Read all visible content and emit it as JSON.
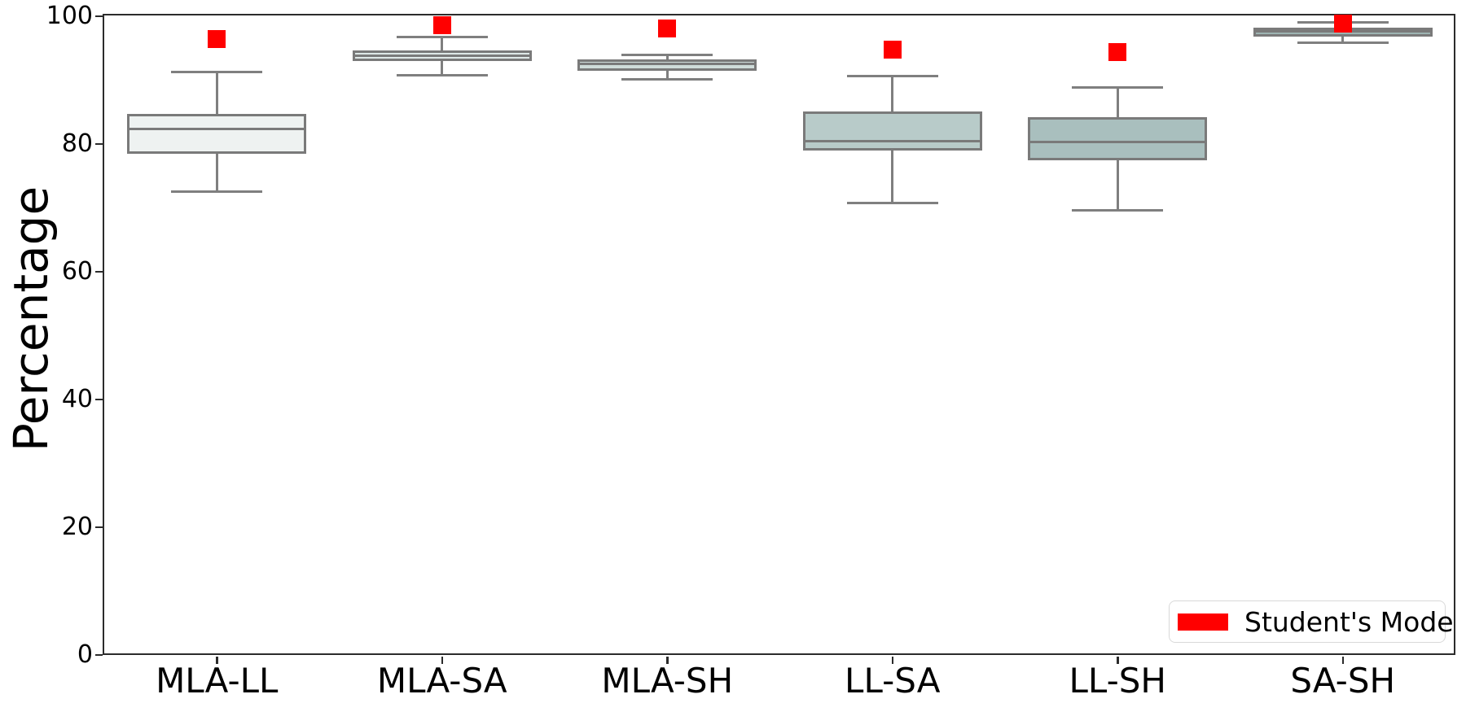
{
  "chart_data": {
    "type": "boxplot",
    "title": "",
    "ylabel": "Percentage",
    "xlabel": "",
    "ylim": [
      0,
      100
    ],
    "yticks": [
      0,
      20,
      40,
      60,
      80,
      100
    ],
    "grid": false,
    "categories": [
      "MLA-LL",
      "MLA-SA",
      "MLA-SH",
      "LL-SA",
      "LL-SH",
      "SA-SH"
    ],
    "series": [
      {
        "label": "MLA-LL",
        "whisker_low": 72.5,
        "q1": 78.5,
        "median": 82.4,
        "q3": 84.7,
        "whisker_high": 91.3,
        "students_mode": 96.4,
        "box_color": "#eef2f1"
      },
      {
        "label": "MLA-SA",
        "whisker_low": 90.8,
        "q1": 93.0,
        "median": 93.8,
        "q3": 94.6,
        "whisker_high": 96.8,
        "students_mode": 98.6,
        "box_color": "#dee8e7"
      },
      {
        "label": "MLA-SH",
        "whisker_low": 90.1,
        "q1": 91.5,
        "median": 92.5,
        "q3": 93.2,
        "whisker_high": 94.0,
        "students_mode": 98.1,
        "box_color": "#cfdcda"
      },
      {
        "label": "LL-SA",
        "whisker_low": 70.8,
        "q1": 79.0,
        "median": 80.4,
        "q3": 85.1,
        "whisker_high": 90.7,
        "students_mode": 94.8,
        "box_color": "#b8cbc9"
      },
      {
        "label": "LL-SH",
        "whisker_low": 69.6,
        "q1": 77.5,
        "median": 80.3,
        "q3": 84.2,
        "whisker_high": 88.8,
        "students_mode": 94.4,
        "box_color": "#a9bfbe"
      },
      {
        "label": "SA-SH",
        "whisker_low": 95.8,
        "q1": 96.8,
        "median": 97.6,
        "q3": 98.2,
        "whisker_high": 99.0,
        "students_mode": 98.8,
        "box_color": "#9db4b2"
      }
    ],
    "legend": {
      "label": "Student's Mode",
      "marker_color": "#ff0000",
      "position": "lower right"
    },
    "styles": {
      "whisker_color": "#7f7f7f",
      "box_edge_color": "#7a7a7a",
      "median_color": "#7a7a7a",
      "spine_color": "#2b2b2b",
      "background": "#ffffff"
    }
  }
}
